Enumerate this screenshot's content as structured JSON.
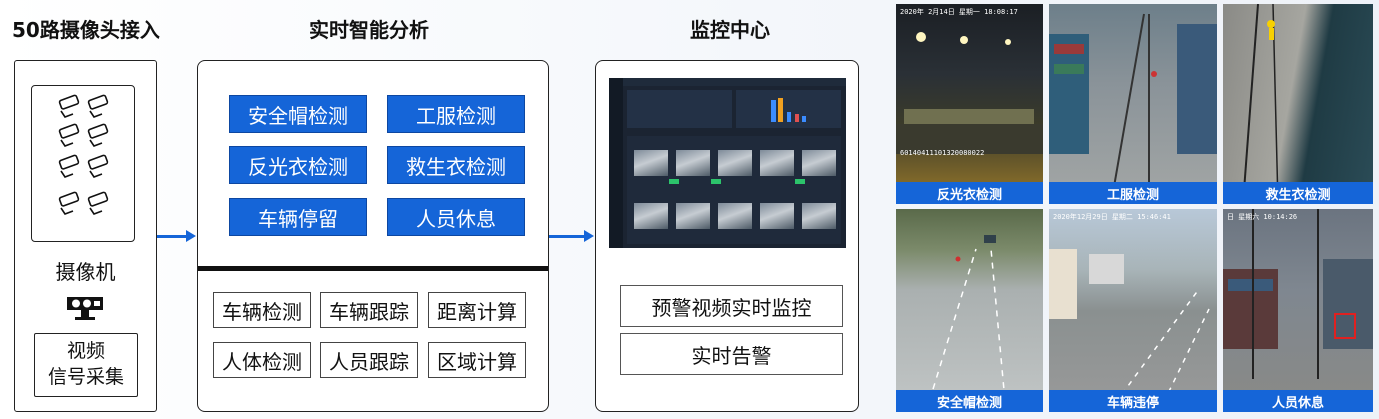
{
  "headings": {
    "input": "50路摄像头接入",
    "analysis": "实时智能分析",
    "monitor": "监控中心"
  },
  "input_panel": {
    "camera_label": "摄像机",
    "video_label_line1": "视频",
    "video_label_line2": "信号采集"
  },
  "analysis_panel": {
    "top_items": [
      "安全帽检测",
      "工服检测",
      "反光衣检测",
      "救生衣检测",
      "车辆停留",
      "人员休息"
    ],
    "bottom_items": [
      "车辆检测",
      "车辆跟踪",
      "距离计算",
      "人体检测",
      "人员跟踪",
      "区域计算"
    ]
  },
  "monitor_panel": {
    "buttons": [
      "预警视频实时监控",
      "实时告警"
    ]
  },
  "photos": [
    {
      "caption": "反光衣检测",
      "stamp": "2020年 2月14日 星期一 18:08:17",
      "overlay": "60140411101320080022"
    },
    {
      "caption": "工服检测",
      "stamp": "",
      "overlay": ""
    },
    {
      "caption": "救生衣检测",
      "stamp": "",
      "overlay": ""
    },
    {
      "caption": "安全帽检测",
      "stamp": "",
      "overlay": ""
    },
    {
      "caption": "车辆违停",
      "stamp": "2020年12月29日 星期二 15:46:41",
      "overlay": ""
    },
    {
      "caption": "人员休息",
      "stamp": "日 星期六 10:14:26",
      "overlay": ""
    }
  ],
  "colors": {
    "accent": "#1565d8",
    "border": "#222222"
  },
  "icons": {
    "camera": "cctv-camera-icon",
    "capture": "video-capture-device-icon"
  }
}
